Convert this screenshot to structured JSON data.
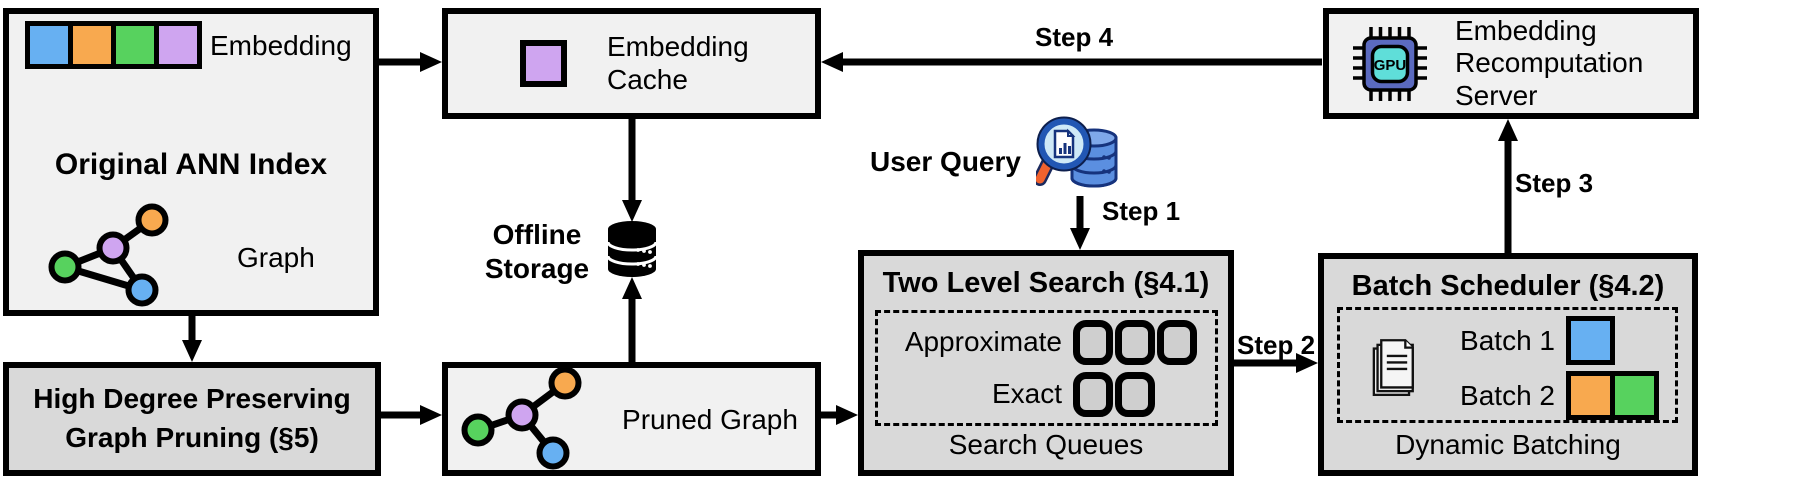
{
  "colors": {
    "box_light": "#f1f1f1",
    "box_dark": "#d9d9d9",
    "queue_fill": "#cfcfcf",
    "blue": "#67b0f2",
    "orange": "#f8a94f",
    "green": "#57d25e",
    "purple": "#cfa5f0",
    "gpu_body": "#5b6abf",
    "gpu_screen": "#5fded9",
    "query_db": "#5b8fe0",
    "query_db_top": "#7fa8ea",
    "query_db_dark": "#16337d",
    "query_lens": "#cfe9f7",
    "query_ring": "#2257b4",
    "query_handle": "#f0622e"
  },
  "ann_index": {
    "title": "Original ANN Index",
    "embedding_label": "Embedding",
    "graph_label": "Graph",
    "embedding_squares": [
      "blue",
      "orange",
      "green",
      "purple"
    ]
  },
  "embedding_cache": {
    "label": "Embedding Cache"
  },
  "recomputation_server": {
    "label": "Embedding Recomputation Server",
    "gpu_label": "GPU"
  },
  "offline_storage": {
    "label": "Offline Storage"
  },
  "user_query": {
    "label": "User Query"
  },
  "steps": {
    "step1": "Step 1",
    "step2": "Step 2",
    "step3": "Step 3",
    "step4": "Step 4"
  },
  "two_level_search": {
    "title": "Two Level Search (§4.1)",
    "approximate_label": "Approximate",
    "exact_label": "Exact",
    "approximate_queue_count": 3,
    "exact_queue_count": 2,
    "footer": "Search Queues"
  },
  "batch_scheduler": {
    "title": "Batch Scheduler (§4.2)",
    "batch1_label": "Batch 1",
    "batch2_label": "Batch 2",
    "batch1_squares": [
      "blue"
    ],
    "batch2_squares": [
      "orange",
      "green"
    ],
    "footer": "Dynamic Batching"
  },
  "graph_pruning": {
    "label": "High Degree Preserving Graph Pruning (§5)"
  },
  "pruned_graph": {
    "label": "Pruned Graph"
  }
}
